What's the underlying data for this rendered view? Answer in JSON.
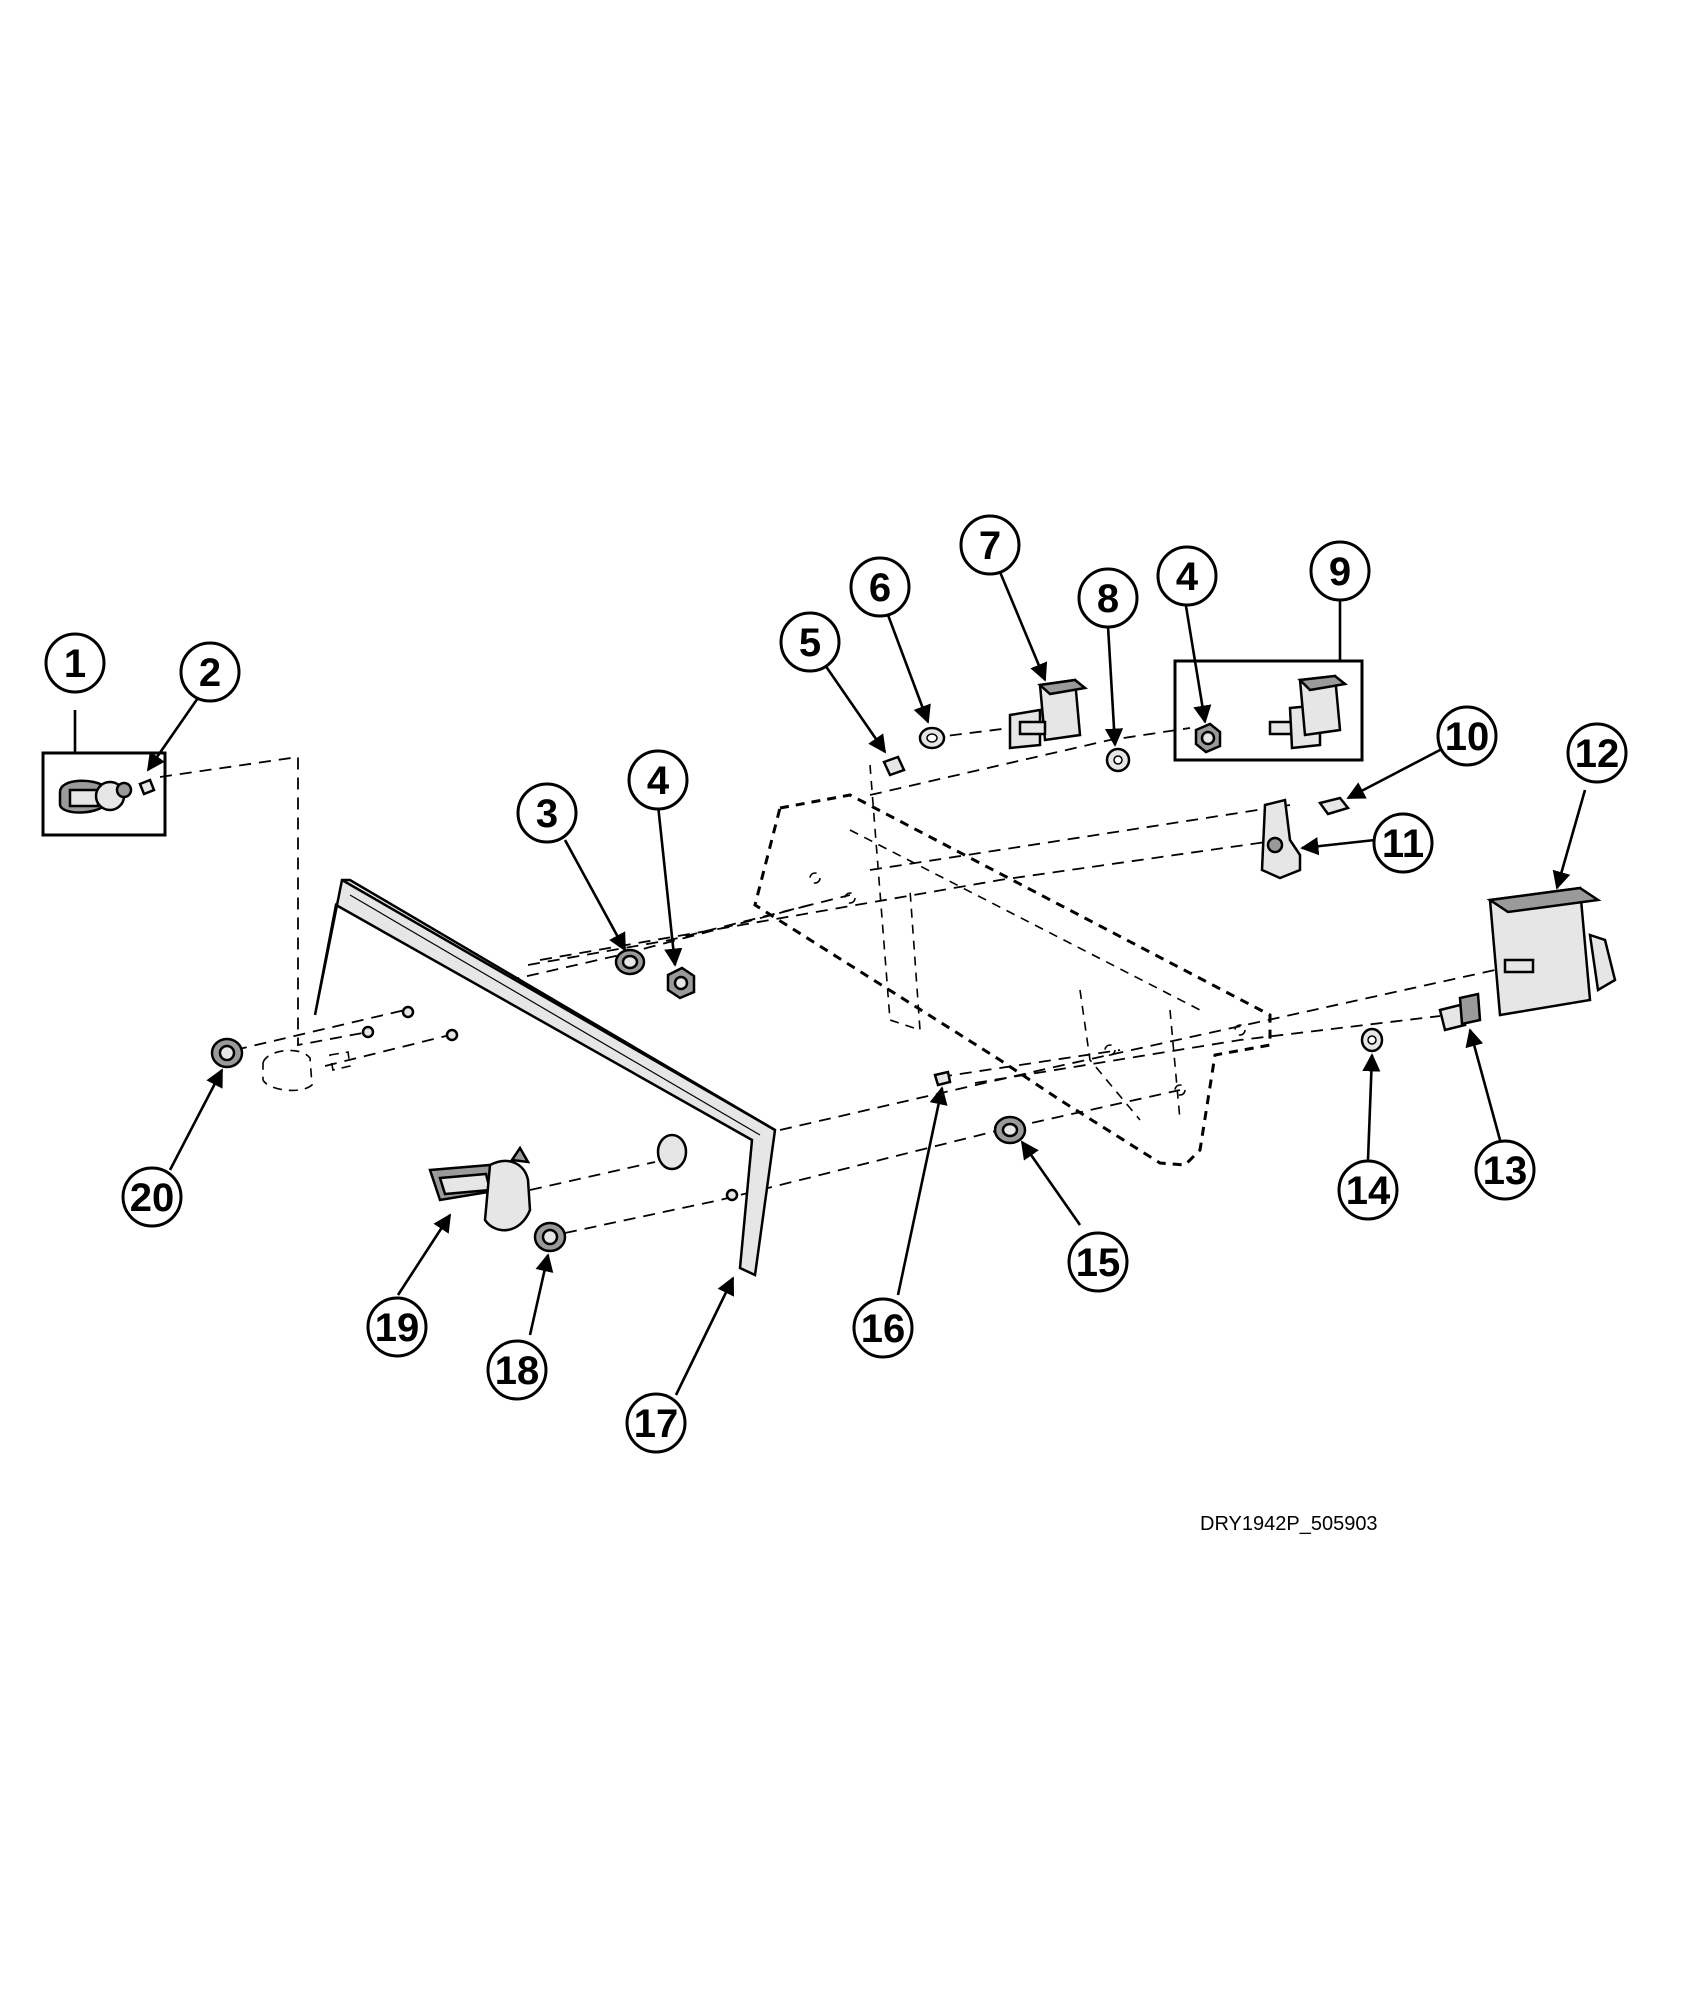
{
  "diagram": {
    "drawing_id": "DRY1942P_505903",
    "callouts": [
      {
        "label": "1"
      },
      {
        "label": "2"
      },
      {
        "label": "3"
      },
      {
        "label": "4"
      },
      {
        "label": "5"
      },
      {
        "label": "6"
      },
      {
        "label": "7"
      },
      {
        "label": "8"
      },
      {
        "label": "4"
      },
      {
        "label": "9"
      },
      {
        "label": "10"
      },
      {
        "label": "11"
      },
      {
        "label": "12"
      },
      {
        "label": "13"
      },
      {
        "label": "14"
      },
      {
        "label": "15"
      },
      {
        "label": "16"
      },
      {
        "label": "17"
      },
      {
        "label": "18"
      },
      {
        "label": "19"
      },
      {
        "label": "20"
      }
    ]
  }
}
